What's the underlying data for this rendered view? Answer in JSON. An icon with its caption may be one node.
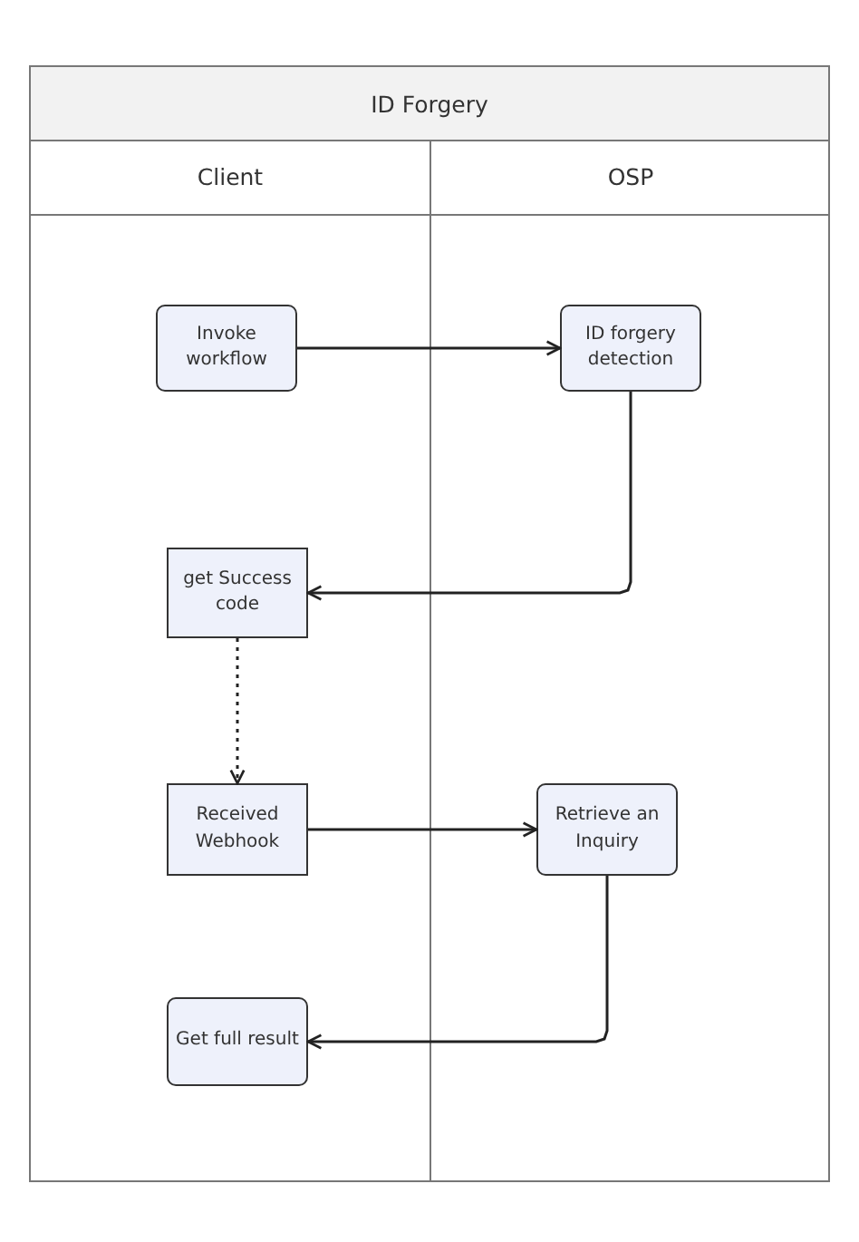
{
  "diagram": {
    "nodes": [
      {
        "text": [
          "ID Forgery"
        ]
      },
      {
        "text": [
          "Client"
        ],
        "in": 0
      },
      {
        "text": [
          "OSP"
        ],
        "in": 0
      },
      {
        "text": [
          "Invoke workflow"
        ],
        "in": 1
      },
      {
        "text": [
          "ID forgery detection"
        ],
        "in": 2
      },
      {
        "text": [
          "get Success code"
        ],
        "in": 1
      },
      {
        "text": [
          "Received Webhook"
        ],
        "in": 1
      },
      {
        "text": [
          "Retrieve an Inquiry"
        ],
        "in": 2
      },
      {
        "text": [
          "Get full result"
        ],
        "in": 1
      }
    ],
    "edges": [
      {
        "from": 3,
        "to": 4,
        "arrow": "to"
      },
      {
        "from": 4,
        "to": 5,
        "arrow": "to"
      },
      {
        "from": 5,
        "to": 6,
        "arrow": "to",
        "style": "dashed"
      },
      {
        "from": 6,
        "to": 7,
        "arrow": "to"
      },
      {
        "from": 7,
        "to": 8,
        "arrow": "to"
      }
    ]
  }
}
